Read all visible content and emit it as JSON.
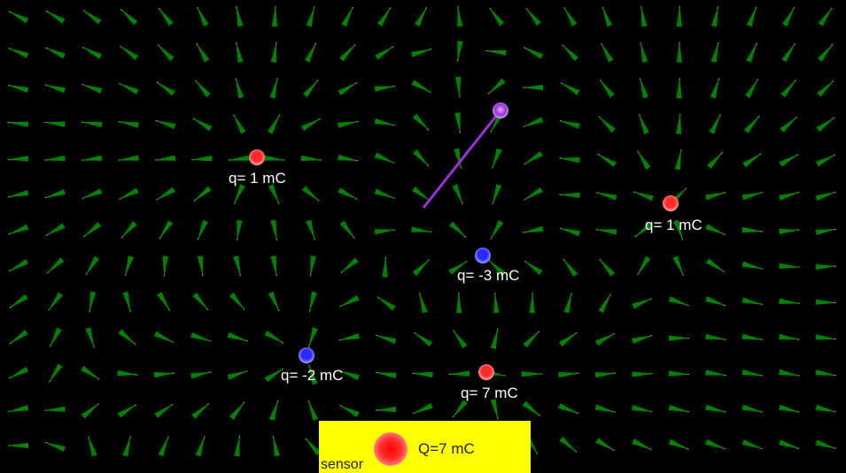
{
  "charges": [
    {
      "id": "c1",
      "label": "q= 1 mC",
      "q": 1,
      "color": "red"
    },
    {
      "id": "c2",
      "label": "q= 1 mC",
      "q": 1,
      "color": "red"
    },
    {
      "id": "c3",
      "label": "q= -3 mC",
      "q": -3,
      "color": "blue"
    },
    {
      "id": "c4",
      "label": "q= -2 mC",
      "q": -2,
      "color": "blue"
    },
    {
      "id": "c5",
      "label": "q= 7 mC",
      "q": 7,
      "color": "red"
    }
  ],
  "toolbox": {
    "new_charge_label": "Q=7 mC",
    "sensor_label": "sensor"
  },
  "colors": {
    "background": "#000000",
    "field_arrow": "#008000",
    "field_line": "#ffff00",
    "positive_charge": "#ff2a2a",
    "negative_charge": "#2a2aff",
    "sensor_probe": "#9b30d9",
    "toolbox_bg": "#ffff00"
  }
}
